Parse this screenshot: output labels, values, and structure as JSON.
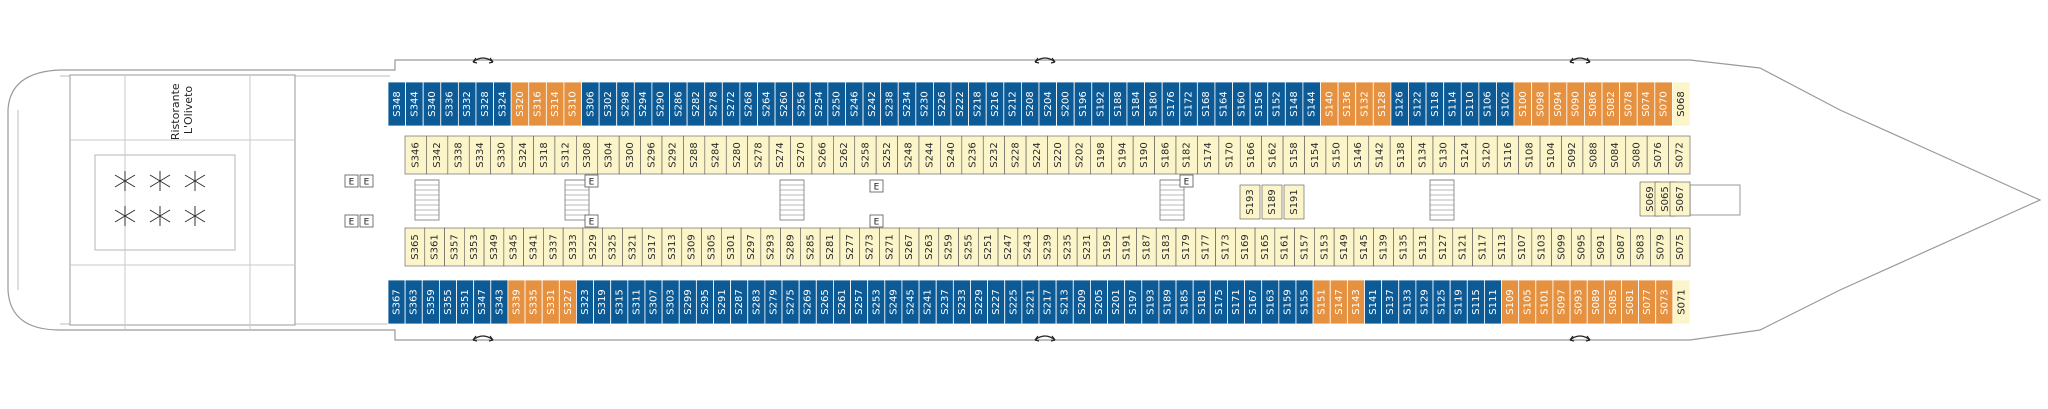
{
  "deck": {
    "restaurant": {
      "line1": "Ristorante",
      "line2": "L'Oliveto"
    },
    "elevator_label": "E"
  },
  "legend_colors": {
    "standard_outside": "#0d5b96",
    "suite": "#e5913f",
    "inside": "#fbf5c9",
    "outline": "#555555",
    "hull": "#9a9a9a"
  },
  "top_outside": [
    "S348",
    "S344",
    "S340",
    "S336",
    "S332",
    "S328",
    "S324",
    "S320",
    "S316",
    "S314",
    "S310",
    "S306",
    "S302",
    "S298",
    "S294",
    "S290",
    "S286",
    "S282",
    "S278",
    "S272",
    "S268",
    "S264",
    "S260",
    "S256",
    "S254",
    "S250",
    "S246",
    "S242",
    "S238",
    "S234",
    "S230",
    "S226",
    "S222",
    "S218",
    "S216",
    "S212",
    "S208",
    "S204",
    "S200",
    "S196",
    "S192",
    "S188",
    "S184",
    "S180",
    "S176",
    "S172",
    "S168",
    "S164",
    "S160",
    "S156",
    "S152",
    "S148",
    "S144",
    "S140",
    "S136",
    "S132",
    "S128",
    "S126",
    "S122",
    "S118",
    "S114",
    "S110",
    "S106",
    "S102",
    "S100",
    "S098",
    "S094",
    "S090",
    "S086",
    "S082",
    "S078",
    "S074",
    "S070",
    "S068"
  ],
  "bottom_outside": [
    "S367",
    "S363",
    "S359",
    "S355",
    "S351",
    "S347",
    "S343",
    "S339",
    "S335",
    "S331",
    "S327",
    "S323",
    "S319",
    "S315",
    "S311",
    "S307",
    "S303",
    "S299",
    "S295",
    "S291",
    "S287",
    "S283",
    "S279",
    "S275",
    "S269",
    "S265",
    "S261",
    "S257",
    "S253",
    "S249",
    "S245",
    "S241",
    "S237",
    "S233",
    "S229",
    "S227",
    "S225",
    "S221",
    "S217",
    "S213",
    "S209",
    "S205",
    "S201",
    "S197",
    "S193",
    "S189",
    "S185",
    "S181",
    "S175",
    "S171",
    "S167",
    "S163",
    "S159",
    "S155",
    "S151",
    "S147",
    "S143",
    "S141",
    "S137",
    "S133",
    "S129",
    "S125",
    "S119",
    "S115",
    "S111",
    "S109",
    "S105",
    "S101",
    "S097",
    "S093",
    "S089",
    "S085",
    "S081",
    "S077",
    "S073",
    "S071"
  ],
  "inner_top": [
    "S346",
    "S342",
    "S338",
    "S334",
    "S330",
    "S324",
    "S318",
    "S312",
    "S308",
    "S304",
    "S300",
    "S296",
    "S292",
    "S288",
    "S284",
    "S280",
    "S278",
    "S274",
    "S270",
    "S266",
    "S262",
    "S258",
    "S252",
    "S248",
    "S244",
    "S240",
    "S236",
    "S232",
    "S228",
    "S224",
    "S220",
    "S202",
    "S198",
    "S194",
    "S190",
    "S186",
    "S182",
    "S174",
    "S170",
    "S166",
    "S162",
    "S158",
    "S154",
    "S150",
    "S146",
    "S142",
    "S138",
    "S134",
    "S130",
    "S124",
    "S120",
    "S116",
    "S108",
    "S104",
    "S092",
    "S088",
    "S084",
    "S080",
    "S076",
    "S072"
  ],
  "inner_bottom": [
    "S365",
    "S361",
    "S357",
    "S353",
    "S349",
    "S345",
    "S341",
    "S337",
    "S333",
    "S329",
    "S325",
    "S321",
    "S317",
    "S313",
    "S309",
    "S305",
    "S301",
    "S297",
    "S293",
    "S289",
    "S285",
    "S281",
    "S277",
    "S273",
    "S271",
    "S267",
    "S263",
    "S259",
    "S255",
    "S251",
    "S247",
    "S243",
    "S239",
    "S235",
    "S231",
    "S195",
    "S191",
    "S187",
    "S183",
    "S179",
    "S177",
    "S173",
    "S169",
    "S165",
    "S161",
    "S157",
    "S153",
    "S149",
    "S145",
    "S139",
    "S135",
    "S131",
    "S127",
    "S121",
    "S117",
    "S113",
    "S107",
    "S103",
    "S099",
    "S095",
    "S091",
    "S087",
    "S083",
    "S079",
    "S075"
  ],
  "inner_mid": [
    "S193",
    "S189",
    "S191",
    "S069",
    "S065",
    "S067"
  ]
}
